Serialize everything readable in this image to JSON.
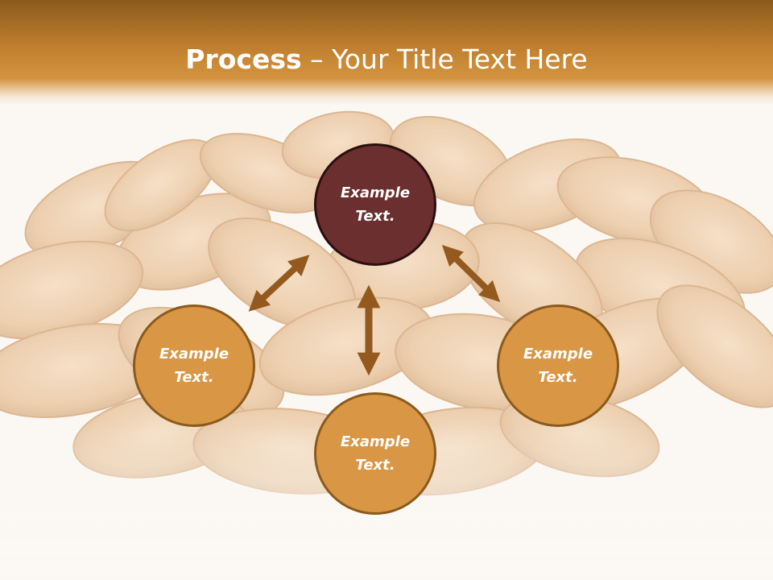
{
  "title": {
    "bold": "Process",
    "separator": " – ",
    "rest": "Your Title Text Here"
  },
  "nodes": [
    {
      "line1": "Example",
      "line2": "Text.",
      "style": "dark"
    },
    {
      "line1": "Example",
      "line2": "Text.",
      "style": "light"
    },
    {
      "line1": "Example",
      "line2": "Text.",
      "style": "light"
    },
    {
      "line1": "Example",
      "line2": "Text.",
      "style": "light"
    }
  ],
  "colors": {
    "header": "#c07f2f",
    "center_node": "#6b2f2f",
    "outer_node": "#d99645",
    "arrow": "#93591f",
    "background": "#fbf8f4"
  }
}
